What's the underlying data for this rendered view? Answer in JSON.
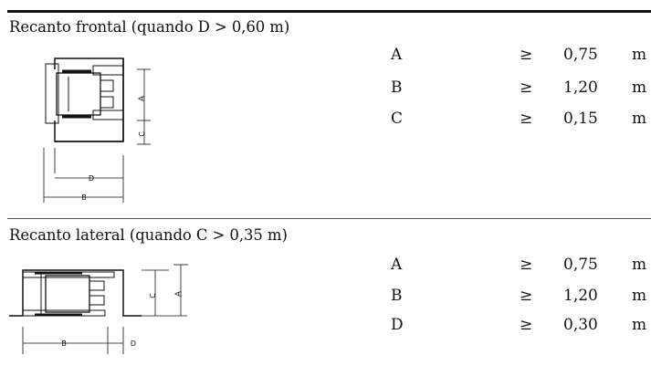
{
  "sections": [
    {
      "heading": "Recanto frontal (quando D > 0,60 m)",
      "rows": [
        {
          "var": "A",
          "op": "≥",
          "value": "0,75",
          "unit": "m"
        },
        {
          "var": "B",
          "op": "≥",
          "value": "1,20",
          "unit": "m"
        },
        {
          "var": "C",
          "op": "≥",
          "value": "0,15",
          "unit": "m"
        }
      ],
      "figure": {
        "labels": {
          "a": "A",
          "b": "B",
          "c": "C",
          "d": "D"
        }
      }
    },
    {
      "heading": "Recanto lateral (quando C > 0,35 m)",
      "rows": [
        {
          "var": "A",
          "op": "≥",
          "value": "0,75",
          "unit": "m"
        },
        {
          "var": "B",
          "op": "≥",
          "value": "1,20",
          "unit": "m"
        },
        {
          "var": "D",
          "op": "≥",
          "value": "0,30",
          "unit": "m"
        }
      ],
      "figure": {
        "labels": {
          "a": "A",
          "b": "B",
          "c": "C",
          "d": "D"
        }
      }
    }
  ]
}
